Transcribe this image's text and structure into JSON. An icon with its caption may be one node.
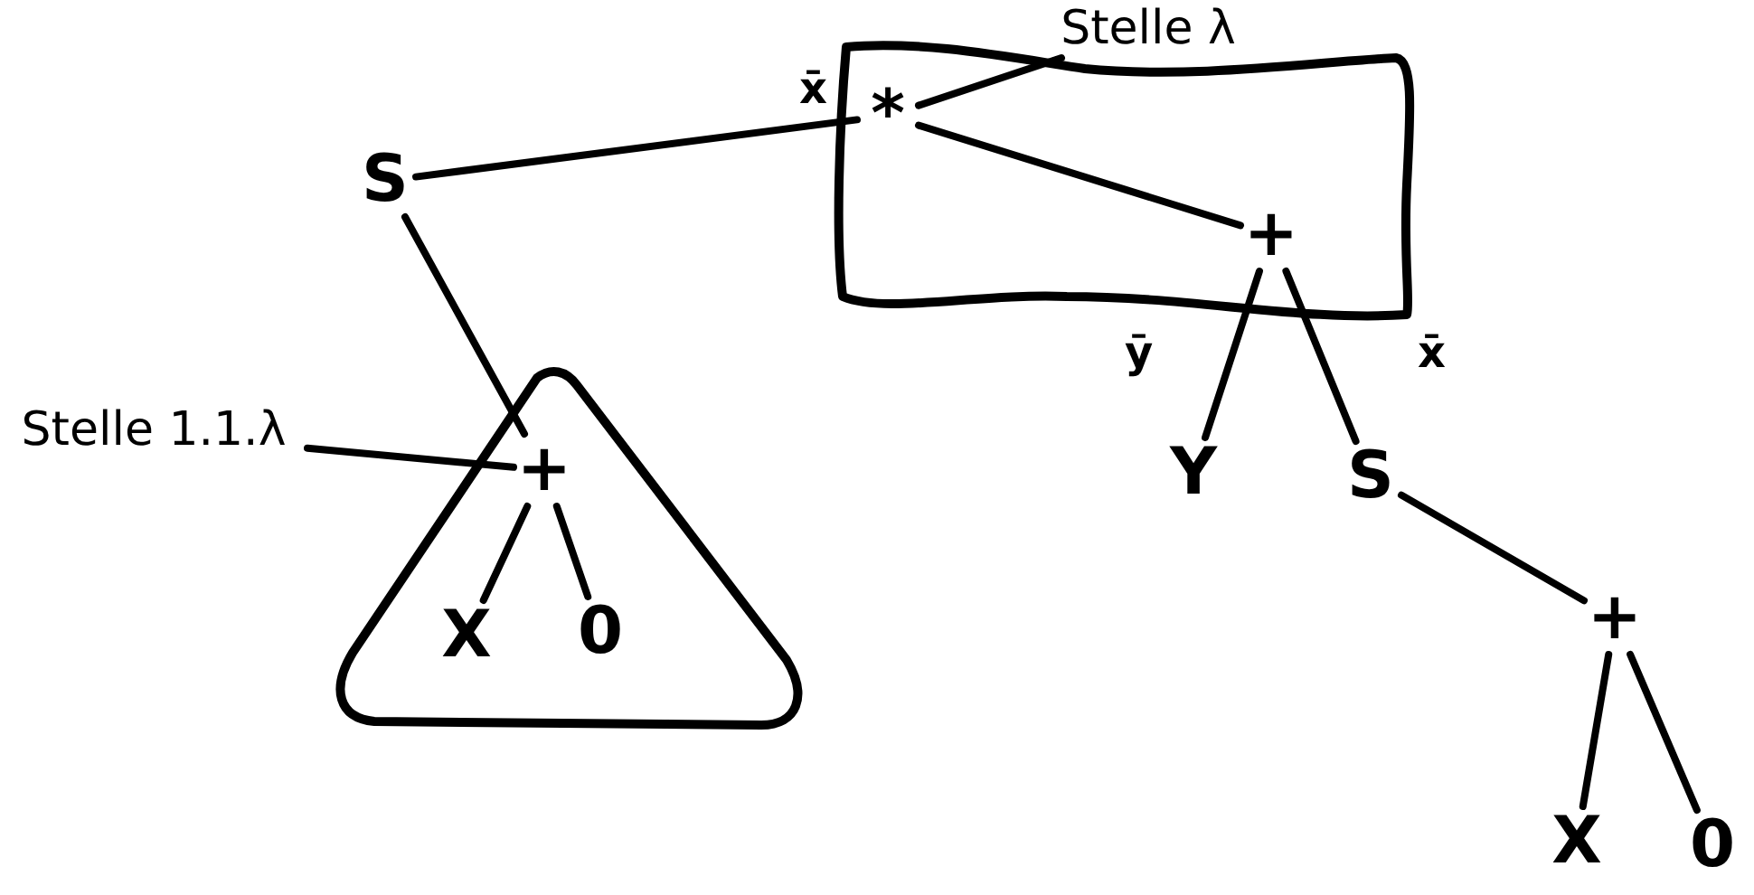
{
  "diagram": {
    "nodes": [
      {
        "text": [
          "S"
        ]
      },
      {
        "text": [],
        "shape": "box"
      },
      {
        "text": [
          "*"
        ],
        "in": 1
      },
      {
        "text": [
          "Stelle λ"
        ]
      },
      {
        "text": [
          "+"
        ],
        "in": 1
      },
      {
        "text": [
          "Stelle 1.1.λ"
        ]
      },
      {
        "text": [],
        "shape": "triangle"
      },
      {
        "text": [
          "+"
        ],
        "in": 6
      },
      {
        "text": [
          "X"
        ],
        "in": 6
      },
      {
        "text": [
          "0"
        ],
        "in": 6
      },
      {
        "text": [
          "Y"
        ]
      },
      {
        "text": [
          "S"
        ]
      },
      {
        "text": [
          "+"
        ]
      },
      {
        "text": [
          "X"
        ]
      },
      {
        "text": [
          "0"
        ]
      }
    ],
    "edges": [
      {
        "from": 0,
        "to": 2,
        "arrow": "none",
        "label": "x̄"
      },
      {
        "from": 3,
        "to": 2,
        "arrow": "none"
      },
      {
        "from": 2,
        "to": 4,
        "arrow": "none"
      },
      {
        "from": 4,
        "to": 10,
        "arrow": "none",
        "label": "ȳ"
      },
      {
        "from": 4,
        "to": 11,
        "arrow": "none",
        "label": "x̄"
      },
      {
        "from": 0,
        "to": 7,
        "arrow": "none"
      },
      {
        "from": 5,
        "to": 7,
        "arrow": "none"
      },
      {
        "from": 7,
        "to": 8,
        "arrow": "none"
      },
      {
        "from": 7,
        "to": 9,
        "arrow": "none"
      },
      {
        "from": 11,
        "to": 12,
        "arrow": "none"
      },
      {
        "from": 12,
        "to": 13,
        "arrow": "none"
      },
      {
        "from": 12,
        "to": 14,
        "arrow": "none"
      }
    ]
  }
}
